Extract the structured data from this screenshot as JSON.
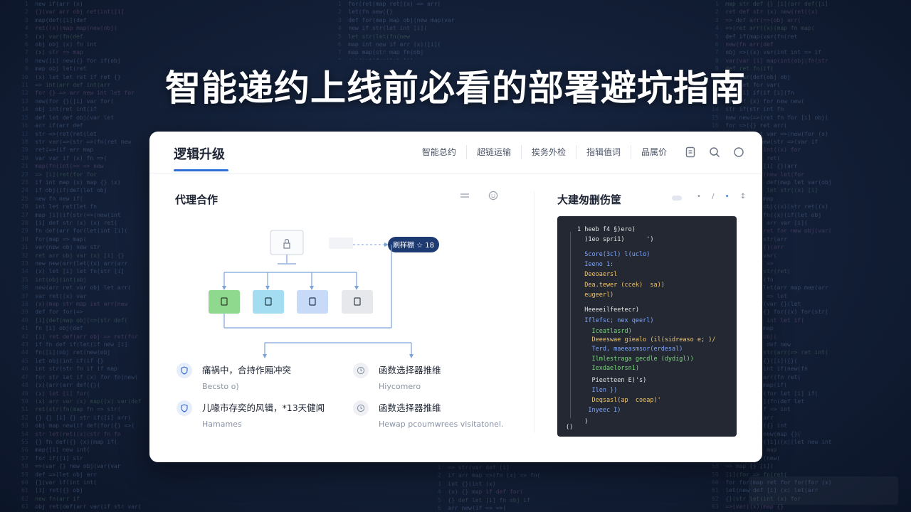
{
  "hero": {
    "title": "智能递约上线前必看的部署避坑指南"
  },
  "app": {
    "brand": "逻辑升级",
    "nav": [
      "智能总约",
      "超链运输",
      "挨务外检",
      "指辑值词",
      "品属价"
    ]
  },
  "left_panel": {
    "title": "代理合作",
    "diagram": {
      "tag_label": "刷样棚 ☆ 18",
      "node_colors": [
        "#8fd98f",
        "#a4dcf2",
        "#c7dbf8",
        "#e6e8ec"
      ]
    },
    "info_items": [
      {
        "icon": "shield-icon",
        "title": "痛祸中，合持作厢冲突",
        "sub": "Becsto o)"
      },
      {
        "icon": "clock-icon",
        "title": "函数选择器推维",
        "sub": "Hiycomero"
      },
      {
        "icon": "shield-icon",
        "title": "儿喙市存奕的风辑，*13天健闻",
        "sub": "Hamames"
      },
      {
        "icon": "clock-icon",
        "title": "函数选择器推维",
        "sub": "Hewap pcoumwrees visitatonel."
      }
    ]
  },
  "right_panel": {
    "title": "大建匆删伤筐",
    "code_lines": [
      {
        "text": "1 heeb f4 §)ero)",
        "color": "#e6e6e6"
      },
      {
        "text": "  )1eo spri1)      ')",
        "color": "#e6e6e6"
      },
      {
        "text": "  Score(3cl) l(uclo)",
        "color": "#7ea7ff"
      },
      {
        "text": "  Ieeno 1:",
        "color": "#7ea7ff"
      },
      {
        "text": "  Deeoaersl",
        "color": "#f2c66b"
      },
      {
        "text": "  Dea.tewer (ccek)  sa))",
        "color": "#f2c66b"
      },
      {
        "text": "  eugeerl)",
        "color": "#f2c66b"
      },
      {
        "text": "  Heeeeilfeetecr)",
        "color": "#e6e6e6"
      },
      {
        "text": "  Iflefsc; nex qeerl)",
        "color": "#7ea7ff"
      },
      {
        "text": "    Iceatlasrd)",
        "color": "#7bd67b"
      },
      {
        "text": "    Deeeswae giealo (il(sidreaso e; )/",
        "color": "#f2c66b"
      },
      {
        "text": "    Terd, maeeasmsor(erdesal)",
        "color": "#7ea7ff"
      },
      {
        "text": "    Ilmlestraga gecdle (dydigl))",
        "color": "#7bd67b"
      },
      {
        "text": "    Iexdaelorsn1)",
        "color": "#7bd67b"
      },
      {
        "text": "    Pieetteen E)'s)",
        "color": "#e6e6e6"
      },
      {
        "text": "    Ilen })",
        "color": "#7ea7ff"
      },
      {
        "text": "    Deqsasl(ap  coeap)'",
        "color": "#f2c66b"
      },
      {
        "text": "   Inyeec I)",
        "color": "#7ea7ff"
      },
      {
        "text": "  )",
        "color": "#e6e6e6"
      },
      {
        "text": "()",
        "color": "#e6e6e6"
      }
    ]
  }
}
